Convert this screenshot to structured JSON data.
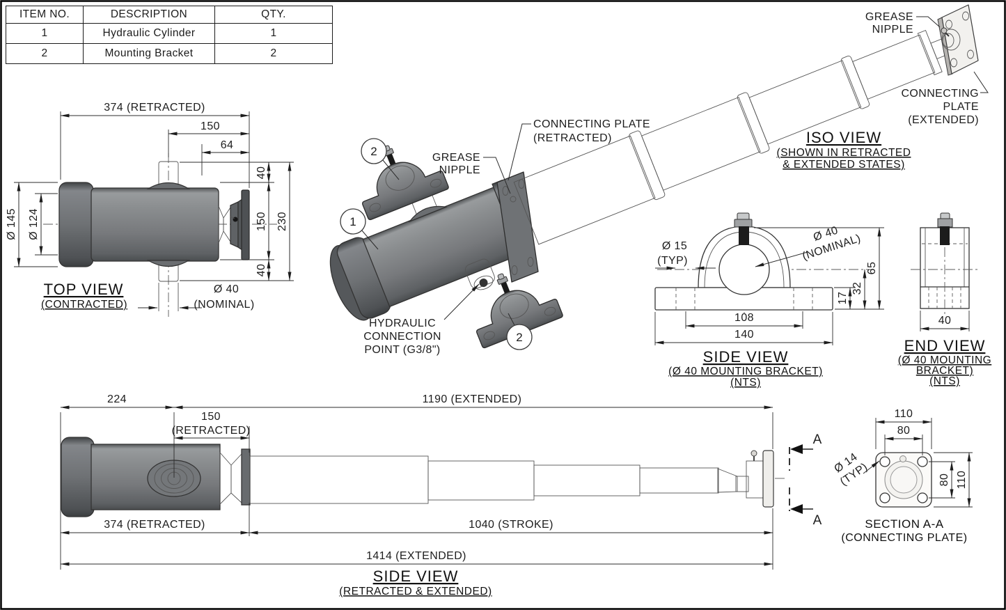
{
  "bom": {
    "headers": [
      "ITEM NO.",
      "DESCRIPTION",
      "QTY."
    ],
    "rows": [
      {
        "item": "1",
        "description": "Hydraulic Cylinder",
        "qty": "1"
      },
      {
        "item": "2",
        "description": "Mounting Bracket",
        "qty": "2"
      }
    ]
  },
  "top_view": {
    "title": "TOP VIEW",
    "subtitle": "(CONTRACTED)",
    "dim_overall": "374 (RETRACTED)",
    "dim_150": "150",
    "dim_64": "64",
    "dim_40_top": "40",
    "dim_150_v": "150",
    "dim_40_bottom": "40",
    "dim_230": "230",
    "dim_d145": "Ø 145",
    "dim_d124": "Ø 124",
    "dim_d40_line1": "Ø 40",
    "dim_d40_line2": "(NOMINAL)"
  },
  "iso_view": {
    "title": "ISO VIEW",
    "subtitle_line1": "(SHOWN IN RETRACTED",
    "subtitle_line2": "& EXTENDED STATES)",
    "balloon_1": "1",
    "balloon_2": "2",
    "grease_front": {
      "line1": "GREASE",
      "line2": "NIPPLE"
    },
    "grease_top": {
      "line1": "GREASE",
      "line2": "NIPPLE"
    },
    "plate_retracted": {
      "line1": "CONNECTING PLATE",
      "line2": "(RETRACTED)"
    },
    "plate_extended": {
      "line1": "CONNECTING",
      "line2": "PLATE",
      "line3": "(EXTENDED)"
    },
    "hydraulic": {
      "line1": "HYDRAULIC",
      "line2": "CONNECTION",
      "line3": "POINT (G3/8\")"
    }
  },
  "bracket_side_view": {
    "title": "SIDE VIEW",
    "subtitle1": "(Ø 40 MOUNTING BRACKET)",
    "subtitle2": "(NTS)",
    "dim_d15_line1": "Ø 15",
    "dim_d15_line2": "(TYP)",
    "dim_d40_line1": "Ø 40",
    "dim_d40_line2": "(NOMINAL)",
    "dim_65": "65",
    "dim_32": "32",
    "dim_17": "17",
    "dim_108": "108",
    "dim_140": "140"
  },
  "bracket_end_view": {
    "title": "END VIEW",
    "subtitle1": "(Ø 40 MOUNTING",
    "subtitle2": "BRACKET)",
    "subtitle3": "(NTS)",
    "dim_40": "40"
  },
  "bottom_side_view": {
    "title": "SIDE VIEW",
    "subtitle": "(RETRACTED & EXTENDED)",
    "dim_224": "224",
    "dim_1190": "1190 (EXTENDED)",
    "dim_150_line1": "150",
    "dim_150_line2": "(RETRACTED)",
    "dim_374": "374 (RETRACTED)",
    "dim_1040": "1040 (STROKE)",
    "dim_1414": "1414 (EXTENDED)",
    "section_marker": "A"
  },
  "section_aa": {
    "title": "SECTION A-A",
    "subtitle": "(CONNECTING PLATE)",
    "dim_110_top": "110",
    "dim_80_top": "80",
    "dim_80_right": "80",
    "dim_110_right": "110",
    "dim_d14_line1": "Ø 14",
    "dim_d14_line2": "(TYP)"
  },
  "colors": {
    "body_gray": "#77797c",
    "cap_gray": "#63666a",
    "tube_white": "#f3f2ef",
    "line_black": "#2b2b2b"
  }
}
